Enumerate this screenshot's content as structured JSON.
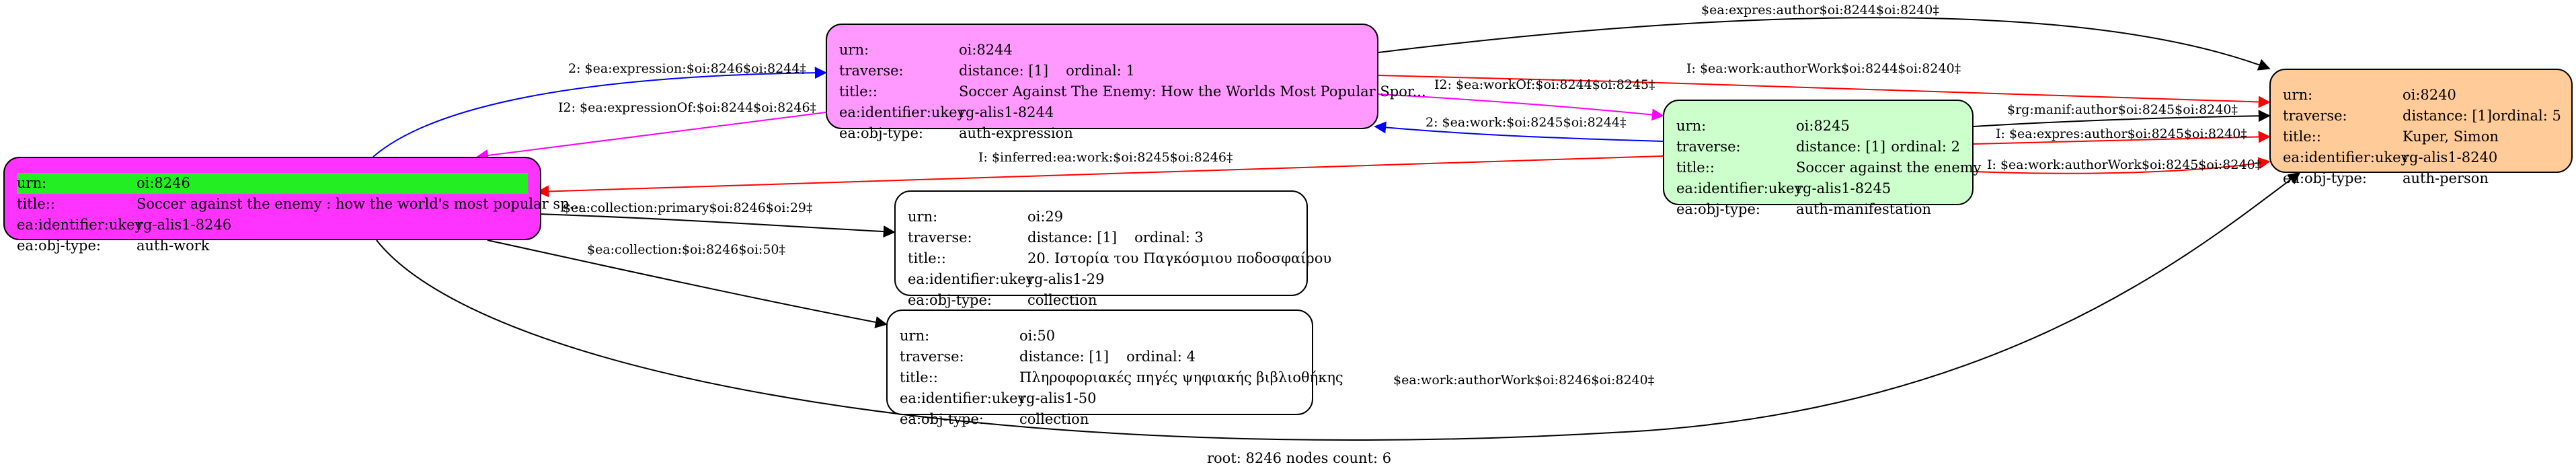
{
  "colors": {
    "black": "#000000",
    "blue": "#0000ff",
    "red": "#ff0000",
    "magenta": "#ff00ff",
    "n8244_fill": "#ff99ff",
    "n8246_fill": "#ff33ff",
    "n8245_fill": "#ccffcc",
    "n8240_fill": "#ffcc99",
    "plain_fill": "#ffffff",
    "highlight": "#22ee22"
  },
  "nodes": {
    "n8244": {
      "urn_k": "urn:",
      "urn_v": "oi:8244",
      "traverse_k": "traverse:",
      "distance": "distance: [1]",
      "ordinal": "ordinal: 1",
      "title_k": "title::",
      "title_v": "Soccer Against The Enemy: How the Worlds Most Popular Spor...",
      "ukey_k": "ea:identifier:ukey",
      "ukey_v": "rg-alis1-8244",
      "type_k": "ea:obj-type:",
      "type_v": "auth-expression"
    },
    "n8246": {
      "urn_k": "urn:",
      "urn_v": "oi:8246",
      "title_k": "title::",
      "title_v": "Soccer against the enemy : how the world's most popular sp...",
      "ukey_k": "ea:identifier:ukey",
      "ukey_v": "rg-alis1-8246",
      "type_k": "ea:obj-type:",
      "type_v": "auth-work"
    },
    "n8245": {
      "urn_k": "urn:",
      "urn_v": "oi:8245",
      "traverse_k": "traverse:",
      "distance": "distance: [1]",
      "ordinal": "ordinal: 2",
      "title_k": "title::",
      "title_v": "Soccer against the enemy",
      "ukey_k": "ea:identifier:ukey",
      "ukey_v": "rg-alis1-8245",
      "type_k": "ea:obj-type:",
      "type_v": "auth-manifestation"
    },
    "n8240": {
      "urn_k": "urn:",
      "urn_v": "oi:8240",
      "traverse_k": "traverse:",
      "distance": "distance: [1]",
      "ordinal": "ordinal: 5",
      "title_k": "title::",
      "title_v": "Kuper, Simon",
      "ukey_k": "ea:identifier:ukey",
      "ukey_v": "rg-alis1-8240",
      "type_k": "ea:obj-type:",
      "type_v": "auth-person"
    },
    "n29": {
      "urn_k": "urn:",
      "urn_v": "oi:29",
      "traverse_k": "traverse:",
      "distance": "distance: [1]",
      "ordinal": "ordinal: 3",
      "title_k": "title::",
      "title_v": "20. Ιστορία του Παγκόσμιου ποδοσφαίρου",
      "ukey_k": "ea:identifier:ukey",
      "ukey_v": "rg-alis1-29",
      "type_k": "ea:obj-type:",
      "type_v": "collection"
    },
    "n50": {
      "urn_k": "urn:",
      "urn_v": "oi:50",
      "traverse_k": "traverse:",
      "distance": "distance: [1]",
      "ordinal": "ordinal: 4",
      "title_k": "title::",
      "title_v": "Πληροφοριακές πηγές ψηφιακής βιβλιοθήκης",
      "ukey_k": "ea:identifier:ukey",
      "ukey_v": "rg-alis1-50",
      "type_k": "ea:obj-type:",
      "type_v": "collection"
    }
  },
  "edges": [
    {
      "id": "e1",
      "from": "n8244",
      "to": "n8240",
      "color": "black",
      "label": "$ea:expres:author$oi:8244$oi:8240‡"
    },
    {
      "id": "e2",
      "from": "n8244",
      "to": "n8240",
      "color": "red",
      "label": "I: $ea:work:authorWork$oi:8244$oi:8240‡"
    },
    {
      "id": "e3",
      "from": "n8246",
      "to": "n8244",
      "color": "blue",
      "label": "2: $ea:expression:$oi:8246$oi:8244‡"
    },
    {
      "id": "e4",
      "from": "n8244",
      "to": "n8246",
      "color": "magenta",
      "label": "I2: $ea:expressionOf:$oi:8244$oi:8246‡"
    },
    {
      "id": "e5",
      "from": "n8244",
      "to": "n8245",
      "color": "magenta",
      "label": "I2: $ea:workOf:$oi:8244$oi:8245‡"
    },
    {
      "id": "e6",
      "from": "n8245",
      "to": "n8244",
      "color": "blue",
      "label": "2: $ea:work:$oi:8245$oi:8244‡"
    },
    {
      "id": "e7",
      "from": "n8245",
      "to": "n8246",
      "color": "red",
      "label": "I: $inferred:ea:work:$oi:8245$oi:8246‡"
    },
    {
      "id": "e8",
      "from": "n8245",
      "to": "n8240",
      "color": "black",
      "label": "$rg:manif:author$oi:8245$oi:8240‡"
    },
    {
      "id": "e9",
      "from": "n8245",
      "to": "n8240",
      "color": "red",
      "label": "I: $ea:expres:author$oi:8245$oi:8240‡"
    },
    {
      "id": "e10",
      "from": "n8245",
      "to": "n8240",
      "color": "red",
      "label": "I: $ea:work:authorWork$oi:8245$oi:8240‡"
    },
    {
      "id": "e11",
      "from": "n8246",
      "to": "n29",
      "color": "black",
      "label": "$ea:collection:primary$oi:8246$oi:29‡"
    },
    {
      "id": "e12",
      "from": "n8246",
      "to": "n50",
      "color": "black",
      "label": "$ea:collection:$oi:8246$oi:50‡"
    },
    {
      "id": "e13",
      "from": "n8246",
      "to": "n8240",
      "color": "black",
      "label": "$ea:work:authorWork$oi:8246$oi:8240‡"
    }
  ],
  "footer": "root: 8246 nodes count: 6"
}
